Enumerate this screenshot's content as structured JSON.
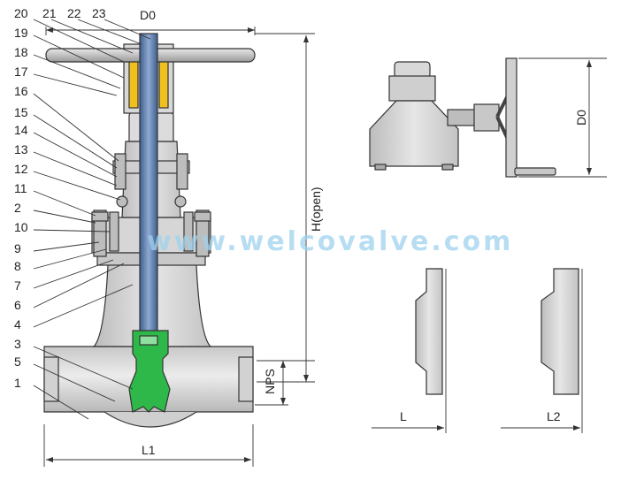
{
  "part_numbers": [
    "20",
    "21",
    "22",
    "23",
    "19",
    "18",
    "17",
    "16",
    "15",
    "14",
    "13",
    "12",
    "11",
    "2",
    "10",
    "9",
    "8",
    "7",
    "6",
    "4",
    "3",
    "5",
    "1"
  ],
  "dimensions": {
    "d0_top": "D0",
    "d0_side": "D0",
    "h_open": "H(open)",
    "nps": "NPS",
    "l1": "L1",
    "l": "L",
    "l2": "L2"
  },
  "watermark": "www.welcovalve.com",
  "colors": {
    "body": "#d9d9d9",
    "outline": "#333333",
    "stem": "#5b7aa8",
    "wedge": "#2fb84a",
    "bearing": "#f0c020",
    "watermark": "#9fd2ee"
  }
}
